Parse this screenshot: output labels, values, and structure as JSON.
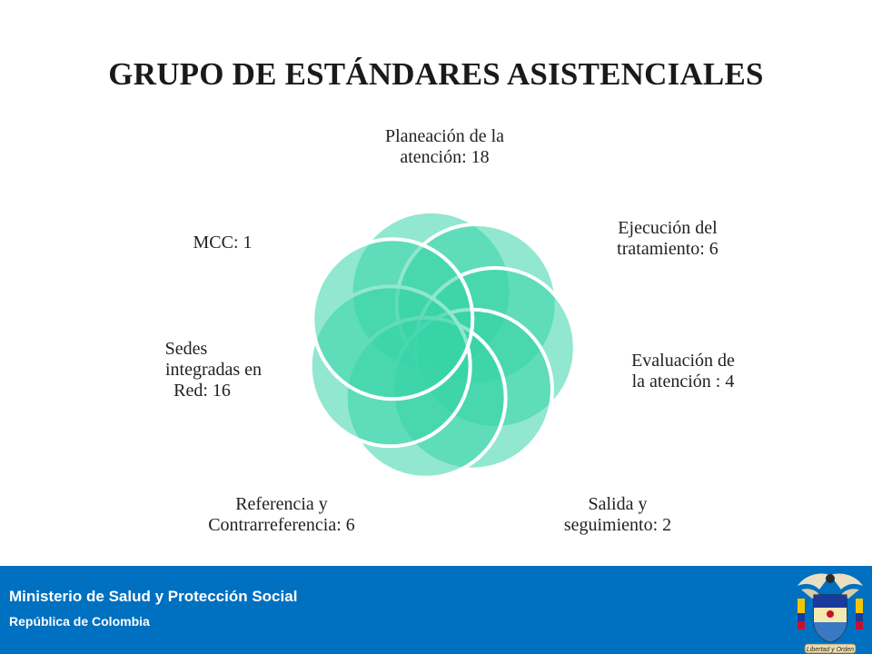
{
  "title": "GRUPO DE ESTÁNDARES ASISTENCIALES",
  "colors": {
    "circle_fill": "#36d3a7",
    "circle_stroke": "#ffffff",
    "footer_bg": "#0070c0",
    "footer_text": "#ffffff"
  },
  "labels": [
    {
      "line1": "Planeación de la",
      "line2": "atención: 18"
    },
    {
      "line1": "Ejecución del",
      "line2": "tratamiento: 6"
    },
    {
      "line1": "Evaluación de",
      "line2": "la atención :  4"
    },
    {
      "line1": "Salida y",
      "line2": "seguimiento: 2"
    },
    {
      "line1": "Referencia y",
      "line2": "Contrarreferencia: 6"
    },
    {
      "line1": "Sedes",
      "line2": "integradas en",
      "line3": "Red: 16"
    },
    {
      "line1": "MCC: 1"
    }
  ],
  "footer": {
    "ministry": "Ministerio de Salud y  Protección Social",
    "republic": "República de Colombia",
    "seal_icon": "colombia-coat-of-arms-icon",
    "seal_motto": "Libertad y Orden"
  }
}
